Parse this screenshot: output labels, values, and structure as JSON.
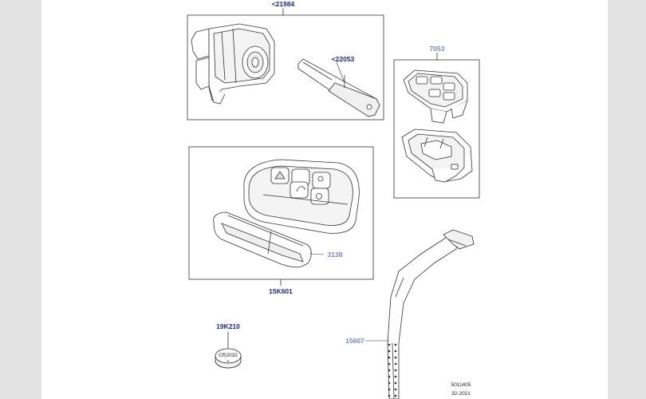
{
  "colors": {
    "label_blue": "#1a2a8a",
    "label_muted": "#7b86b8",
    "line": "#333333",
    "page_bg": "#e3e3e3",
    "sheet_bg": "#ffffff"
  },
  "parts": {
    "lock_group": "<21984",
    "key_blade": "<22053",
    "key_case": "7053",
    "remote_case": "3138",
    "remote_group": "15K601",
    "battery": "19K210",
    "strap": "15607"
  },
  "battery_text": {
    "model": "CR2032",
    "sign": "+"
  },
  "footer": {
    "ref": "5011405",
    "code": "32-2021"
  }
}
